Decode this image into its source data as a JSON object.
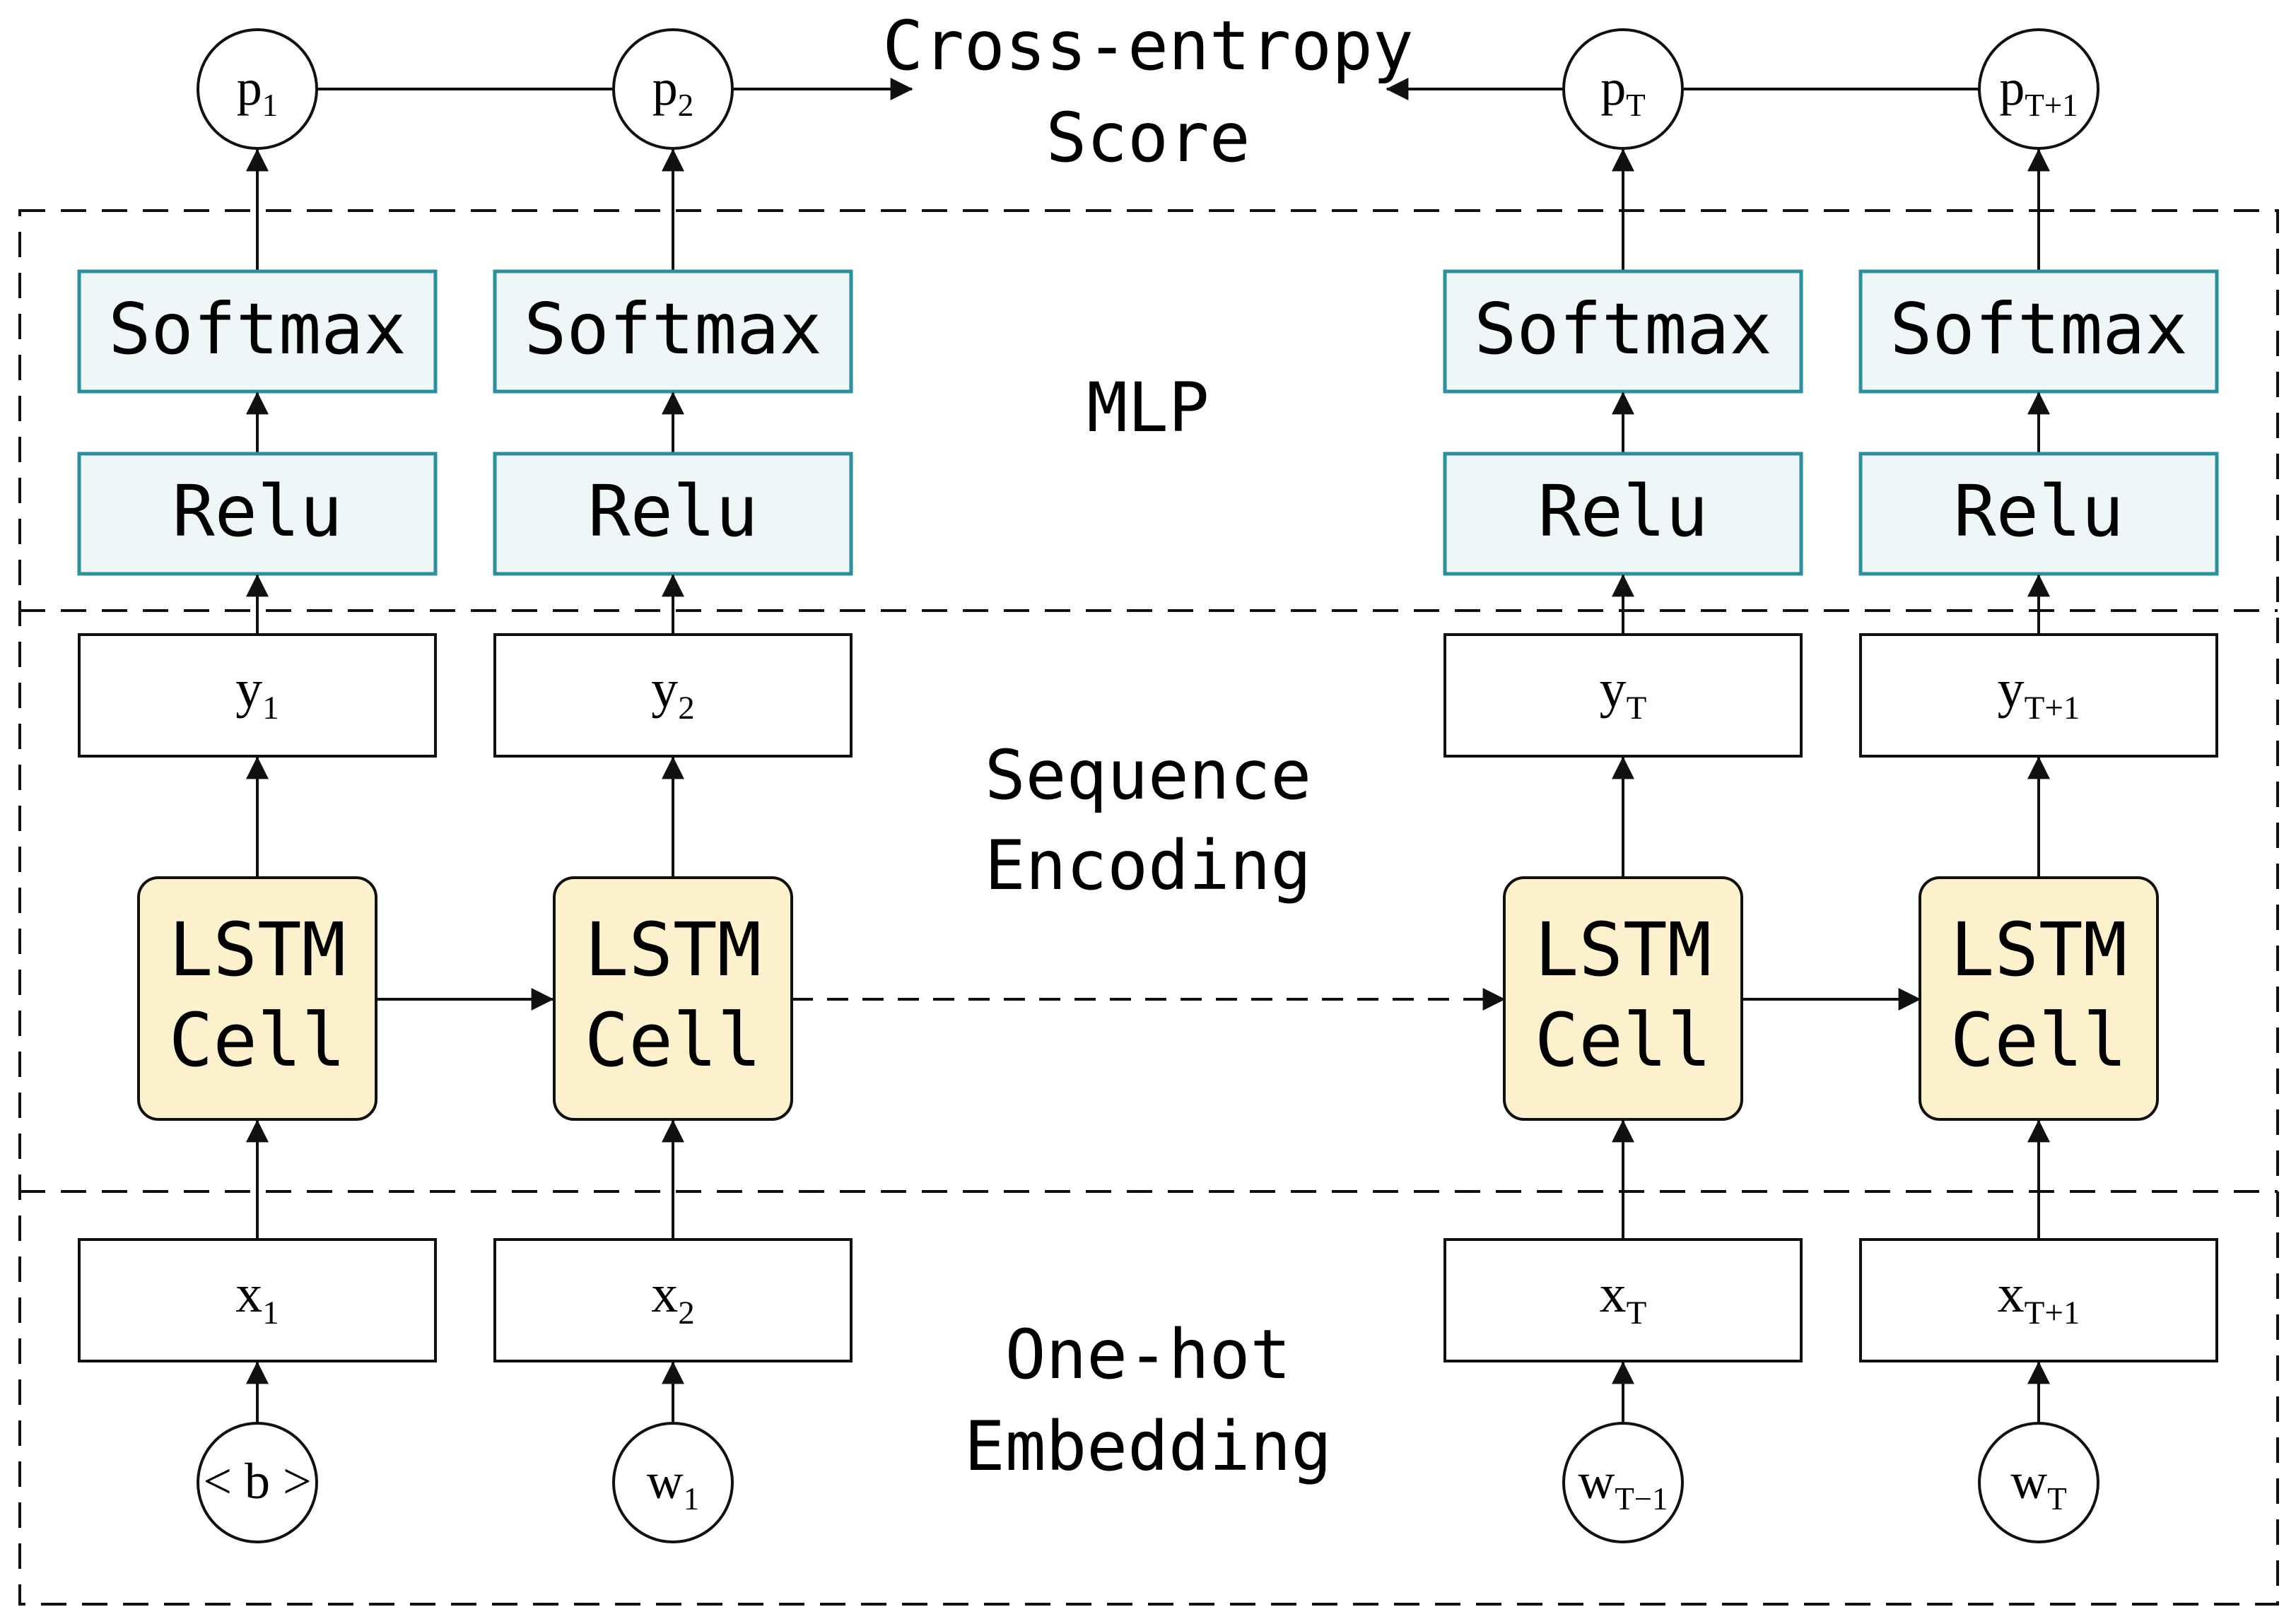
{
  "top": {
    "score_line1": "Cross-entropy",
    "score_line2": "Score"
  },
  "sections": {
    "mlp": "MLP",
    "seq_line1": "Sequence",
    "seq_line2": "Encoding",
    "emb_line1": "One-hot",
    "emb_line2": "Embedding"
  },
  "columns": [
    {
      "id": "c1",
      "p": {
        "base": "p",
        "sub": "1"
      },
      "softmax": "Softmax",
      "relu": "Relu",
      "y": {
        "base": "y",
        "sub": "1"
      },
      "lstm1": "LSTM",
      "lstm2": "Cell",
      "x": {
        "base": "x",
        "sub": "1"
      },
      "w": {
        "base": "< b >",
        "sub": ""
      }
    },
    {
      "id": "c2",
      "p": {
        "base": "p",
        "sub": "2"
      },
      "softmax": "Softmax",
      "relu": "Relu",
      "y": {
        "base": "y",
        "sub": "2"
      },
      "lstm1": "LSTM",
      "lstm2": "Cell",
      "x": {
        "base": "x",
        "sub": "2"
      },
      "w": {
        "base": "w",
        "sub": "1"
      }
    },
    {
      "id": "c3",
      "p": {
        "base": "p",
        "sub": "T"
      },
      "softmax": "Softmax",
      "relu": "Relu",
      "y": {
        "base": "y",
        "sub": "T"
      },
      "lstm1": "LSTM",
      "lstm2": "Cell",
      "x": {
        "base": "x",
        "sub": "T"
      },
      "w": {
        "base": "w",
        "sub": "T−1"
      }
    },
    {
      "id": "c4",
      "p": {
        "base": "p",
        "sub": "T+1"
      },
      "softmax": "Softmax",
      "relu": "Relu",
      "y": {
        "base": "y",
        "sub": "T+1"
      },
      "lstm1": "LSTM",
      "lstm2": "Cell",
      "x": {
        "base": "x",
        "sub": "T+1"
      },
      "w": {
        "base": "w",
        "sub": "T"
      }
    }
  ],
  "colors": {
    "mlp_fill": "#eef6f8",
    "mlp_stroke": "#2a8f9e",
    "lstm_fill": "#fdf0cc",
    "line": "#111111"
  }
}
